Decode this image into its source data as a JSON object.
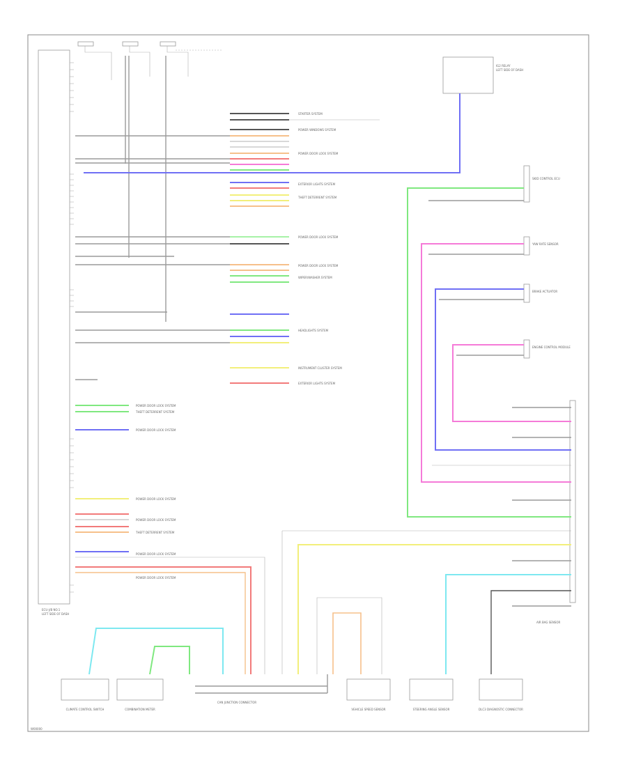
{
  "diagram_id": "W00000",
  "central_module": {
    "name": "ECU-J/B NO.1",
    "location": "LEFT SIDE OF DASH"
  },
  "ig2_module": {
    "name": "IG2 RELAY",
    "location": "LEFT SIDE OF DASH"
  },
  "bottom_connectors": [
    {
      "id": "c1",
      "label": "CLIMATE CONTROL SWITCH"
    },
    {
      "id": "c2",
      "label": "COMBINATION METER"
    },
    {
      "id": "c3",
      "label": "CAN JUNCTION CONNECTOR"
    },
    {
      "id": "c4",
      "label": "VEHICLE SPEED SENSOR"
    },
    {
      "id": "c5",
      "label": "STEERING ANGLE SENSOR"
    },
    {
      "id": "c6",
      "label": "DLC3 DIAGNOSTIC CONNECTOR"
    }
  ],
  "right_modules": [
    {
      "id": "r1",
      "label": "SKID CONTROL ECU"
    },
    {
      "id": "r2",
      "label": "YAW RATE SENSOR"
    },
    {
      "id": "r3",
      "label": "BRAKE ACTUATOR"
    },
    {
      "id": "r4",
      "label": "ENGINE CONTROL MODULE"
    },
    {
      "id": "r5",
      "label": "AIR BAG SENSOR"
    }
  ],
  "system_labels": [
    "STARTER SYSTEM",
    "POWER DOOR LOCK SYSTEM",
    "THEFT DETERRENT SYSTEM",
    "EXTERIOR LIGHTS SYSTEM",
    "POWER WINDOWS SYSTEM",
    "HEADLIGHTS SYSTEM",
    "INSTRUMENT CLUSTER SYSTEM",
    "WIPER/WASHER SYSTEM"
  ],
  "colors": {
    "gray": "#9a9a9a",
    "black": "#555555",
    "blue": "#6f6ff5",
    "red": "#f27a7a",
    "pink": "#f57ad8",
    "green": "#7fe87f",
    "light_green": "#a6f2a6",
    "yellow": "#f2ef7a",
    "orange": "#f6c08a",
    "cyan": "#7de8f0",
    "white": "#d8d8d8"
  }
}
